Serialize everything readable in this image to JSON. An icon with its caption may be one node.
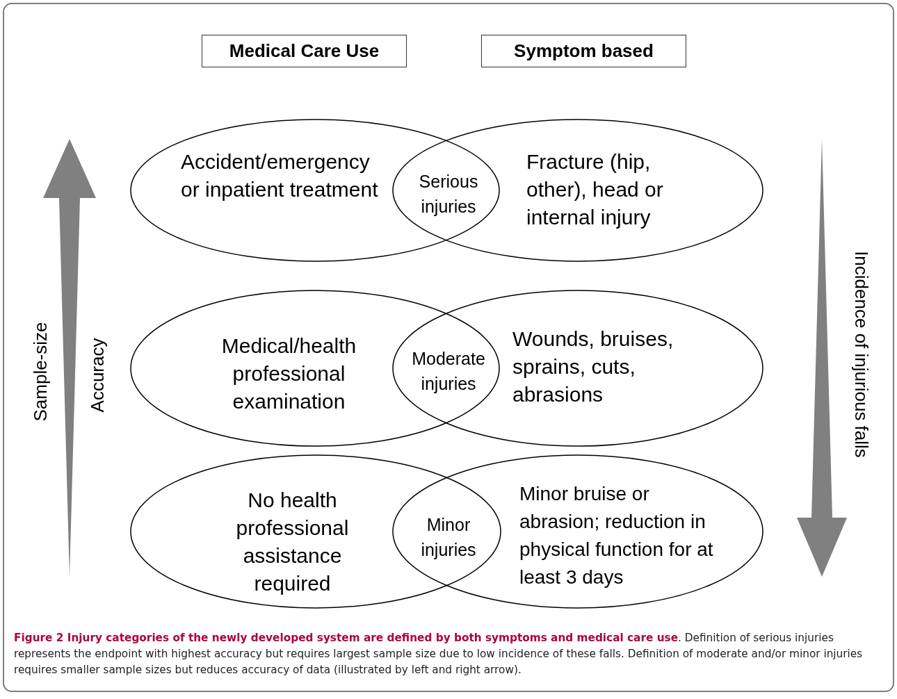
{
  "diagram": {
    "caption": "**Figure 2 Injury categories of the newly developed system are defined by both symptoms and medical care use**. Definition of serious injuries represents the endpoint with highest accuracy but requires largest sample size due to low incidence of these falls. Definition of moderate and/or minor injuries requires smaller sample sizes but reduces accuracy of data (illustrated by left and right arrow).",
    "nodes": [
      {
        "text": [
          "Medical Care Use"
        ]
      },
      {
        "text": [
          "Symptom based"
        ]
      },
      {
        "text": [
          "Accident/emergency or inpatient treatment"
        ]
      },
      {
        "text": [
          "Fracture (hip, other), head or internal injury"
        ]
      },
      {
        "text": [
          "Medical/health professional examination"
        ]
      },
      {
        "text": [
          "Wounds, bruises, sprains, cuts, abrasions"
        ]
      },
      {
        "text": [
          "No health professional assistance required"
        ]
      },
      {
        "text": [
          "Minor bruise or abrasion; reduction in physical function for at least 3 days"
        ]
      }
    ],
    "labels": [
      "Serious injuries",
      "Moderate injuries",
      "Minor injuries",
      "Sample-size",
      "Accuracy",
      "Incidence of injurious falls"
    ]
  }
}
